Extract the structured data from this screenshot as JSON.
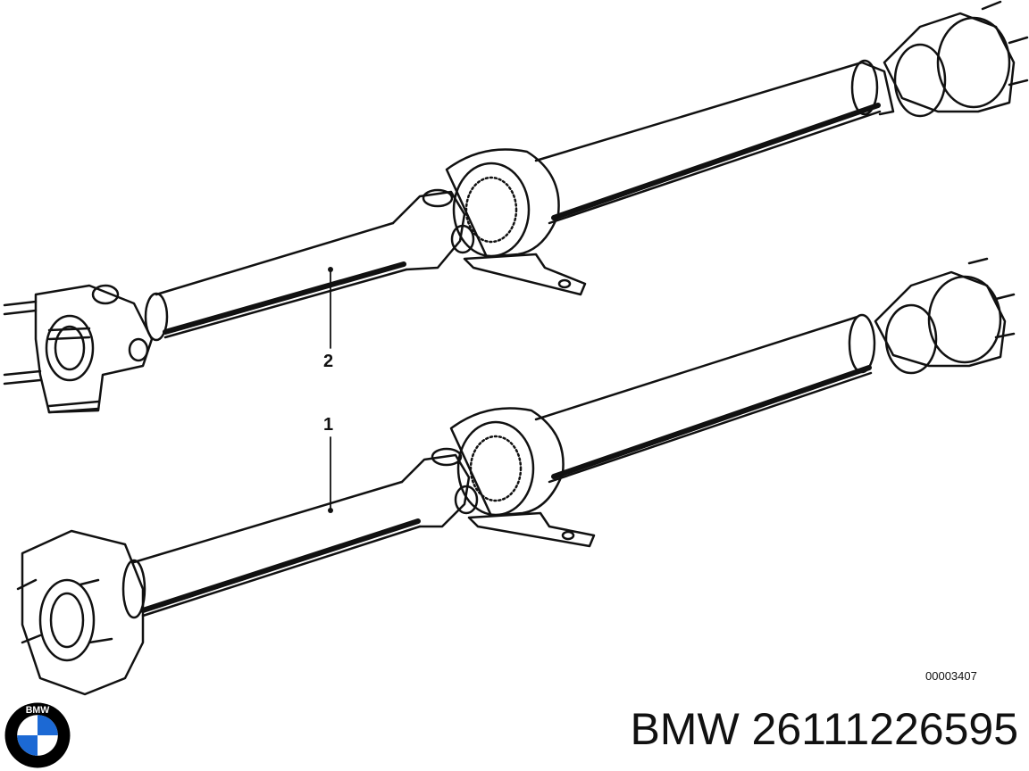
{
  "callouts": [
    {
      "id": "2",
      "label": "2"
    },
    {
      "id": "1",
      "label": "1"
    }
  ],
  "drawing_code": "00003407",
  "caption": {
    "brand": "BMW",
    "part_number": "26111226595",
    "text": "BMW 26111226595"
  },
  "logo": {
    "name": "bmw-roundel",
    "letters": "BMW",
    "colors": {
      "ring": "#000000",
      "blue": "#1c69d4",
      "white": "#ffffff"
    }
  },
  "line_color": "#111111"
}
